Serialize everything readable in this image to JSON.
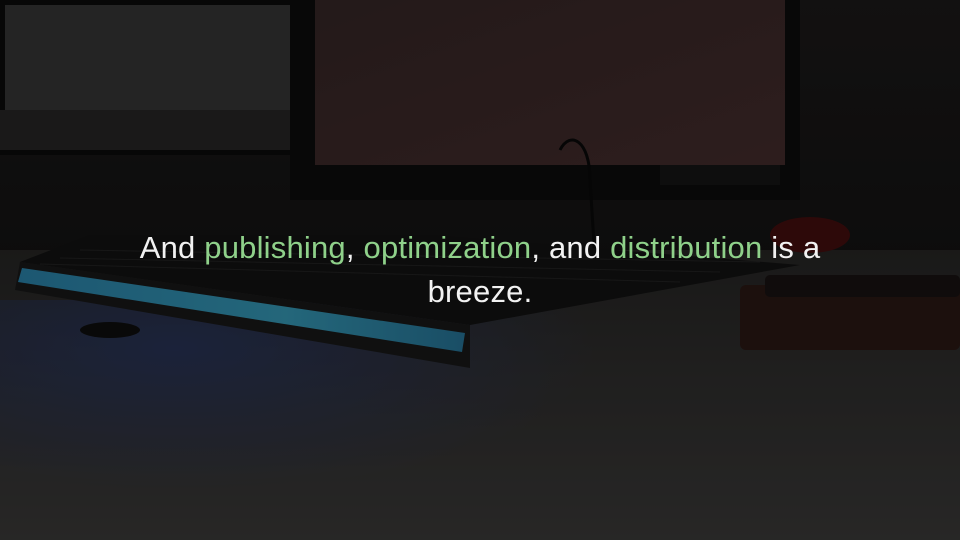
{
  "slide": {
    "caption": {
      "part1": "And ",
      "word1": "publishing",
      "part2": ", ",
      "word2": "optimization",
      "part3": ", and ",
      "word3": "distribution",
      "part4": " is a breeze."
    },
    "colors": {
      "text": "#f2f2f2",
      "highlight": "#8fd18a",
      "keyboard_glow": "#3ea0c8"
    }
  }
}
